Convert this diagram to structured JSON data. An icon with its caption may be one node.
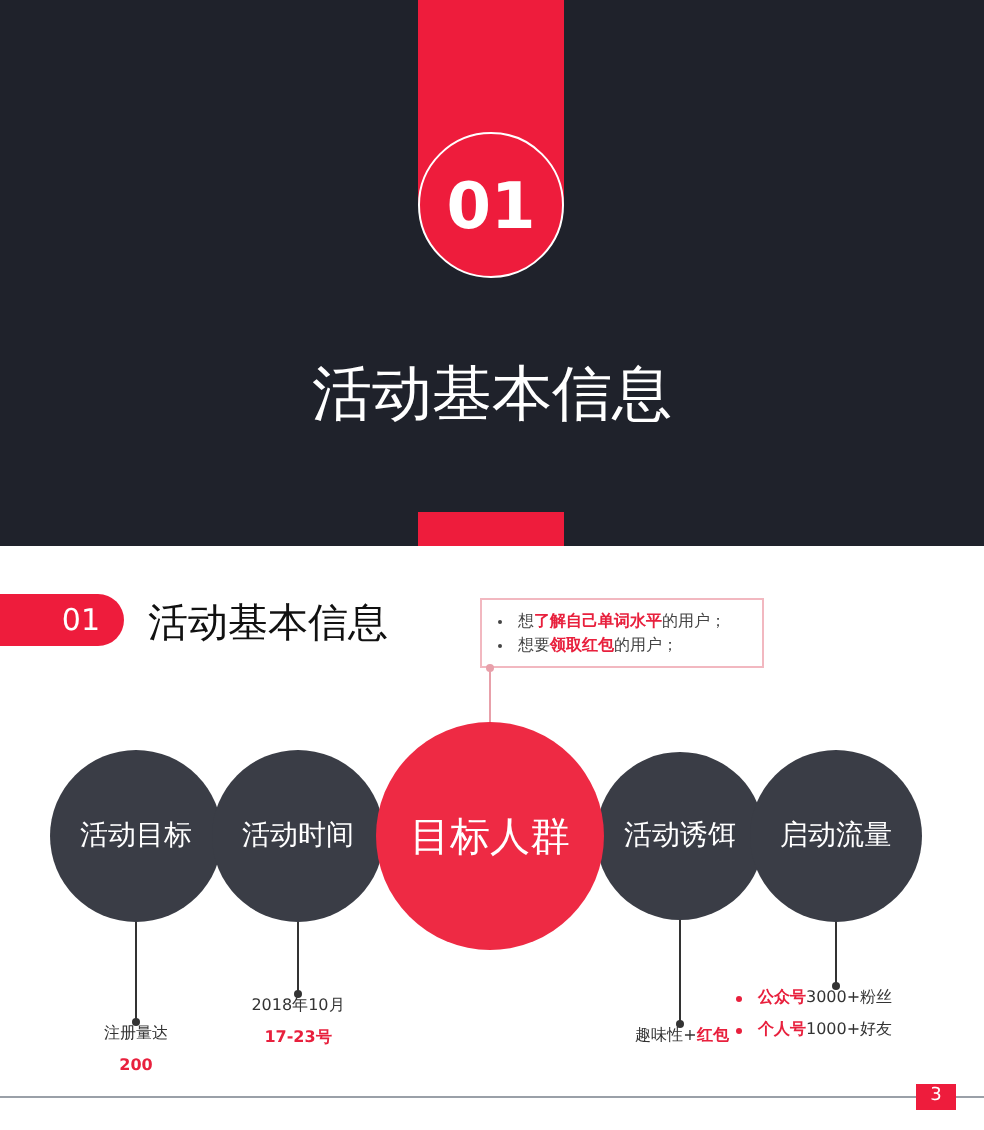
{
  "diagram": {
    "nodes": [
      {
        "text": [
          "01"
        ]
      },
      {
        "text": [
          "想**了解自己单词水平**的用户；",
          "想要**领取红包**的用户；"
        ]
      },
      {
        "text": [
          "活动目标"
        ]
      },
      {
        "text": [
          "活动时间"
        ]
      },
      {
        "text": [
          "目标人群"
        ]
      },
      {
        "text": [
          "活动诱饵"
        ]
      },
      {
        "text": [
          "启动流量"
        ]
      },
      {
        "text": [
          "注册量达",
          "200"
        ]
      },
      {
        "text": [
          "2018年10月",
          "17-23号"
        ]
      },
      {
        "text": [
          "趣味性+**红包**"
        ]
      },
      {
        "text": [
          "**公众号**3000+粉丝",
          "**个人号**1000+好友"
        ]
      },
      {
        "text": [],
        "shape": "bar"
      },
      {
        "text": [],
        "shape": "bar"
      }
    ],
    "edges": [
      {
        "from": 4,
        "to": 1,
        "arrow": "other",
        "color": "#e8a0aa"
      },
      {
        "from": 2,
        "to": 7,
        "arrow": "other"
      },
      {
        "from": 3,
        "to": 8,
        "arrow": "other"
      },
      {
        "from": 5,
        "to": 9,
        "arrow": "other"
      },
      {
        "from": 6,
        "to": 10,
        "arrow": "other"
      }
    ],
    "labels": [
      "活动基本信息",
      "01",
      "活动基本信息",
      "3"
    ]
  }
}
